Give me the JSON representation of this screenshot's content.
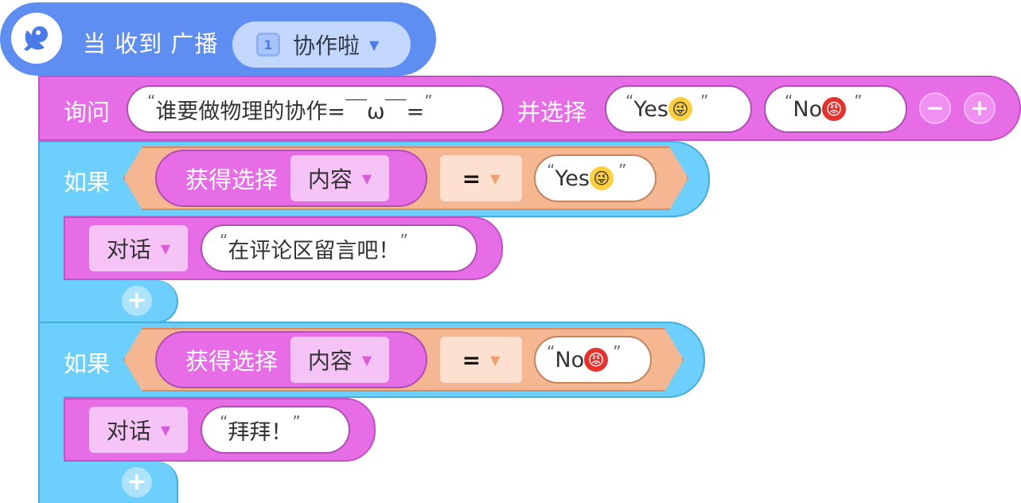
{
  "hat": {
    "label": "当 收到 广播",
    "message_number": "1",
    "message": "协作啦",
    "chevron": "⌄"
  },
  "ask": {
    "label": "询问",
    "question": "谁要做物理的协作=￣ω￣=",
    "choose_label": "并选择",
    "options": [
      {
        "text": "Yes",
        "emoji": "😜"
      },
      {
        "text": "No",
        "emoji": "😡"
      }
    ],
    "minus": "−",
    "plus": "+"
  },
  "if_blocks": [
    {
      "label": "如果",
      "getter": "获得选择",
      "field": "内容",
      "operator": "=",
      "compare_text": "Yes",
      "compare_emoji": "😜",
      "say_label": "对话",
      "say_text": "在评论区留言吧！",
      "add": "+"
    },
    {
      "label": "如果",
      "getter": "获得选择",
      "field": "内容",
      "operator": "=",
      "compare_text": "No",
      "compare_emoji": "😡",
      "say_label": "对话",
      "say_text": "拜拜！",
      "add": "+"
    }
  ],
  "quote_open": "“",
  "quote_close": "”",
  "icons": {
    "hat": "satellite-dish-icon",
    "dropdown": "chevron-down-icon"
  },
  "colors": {
    "event_blue": "#5f8ef2",
    "looks_pink": "#e66de6",
    "control_cyan": "#6dcffc",
    "operator_orange": "#f5b791"
  }
}
